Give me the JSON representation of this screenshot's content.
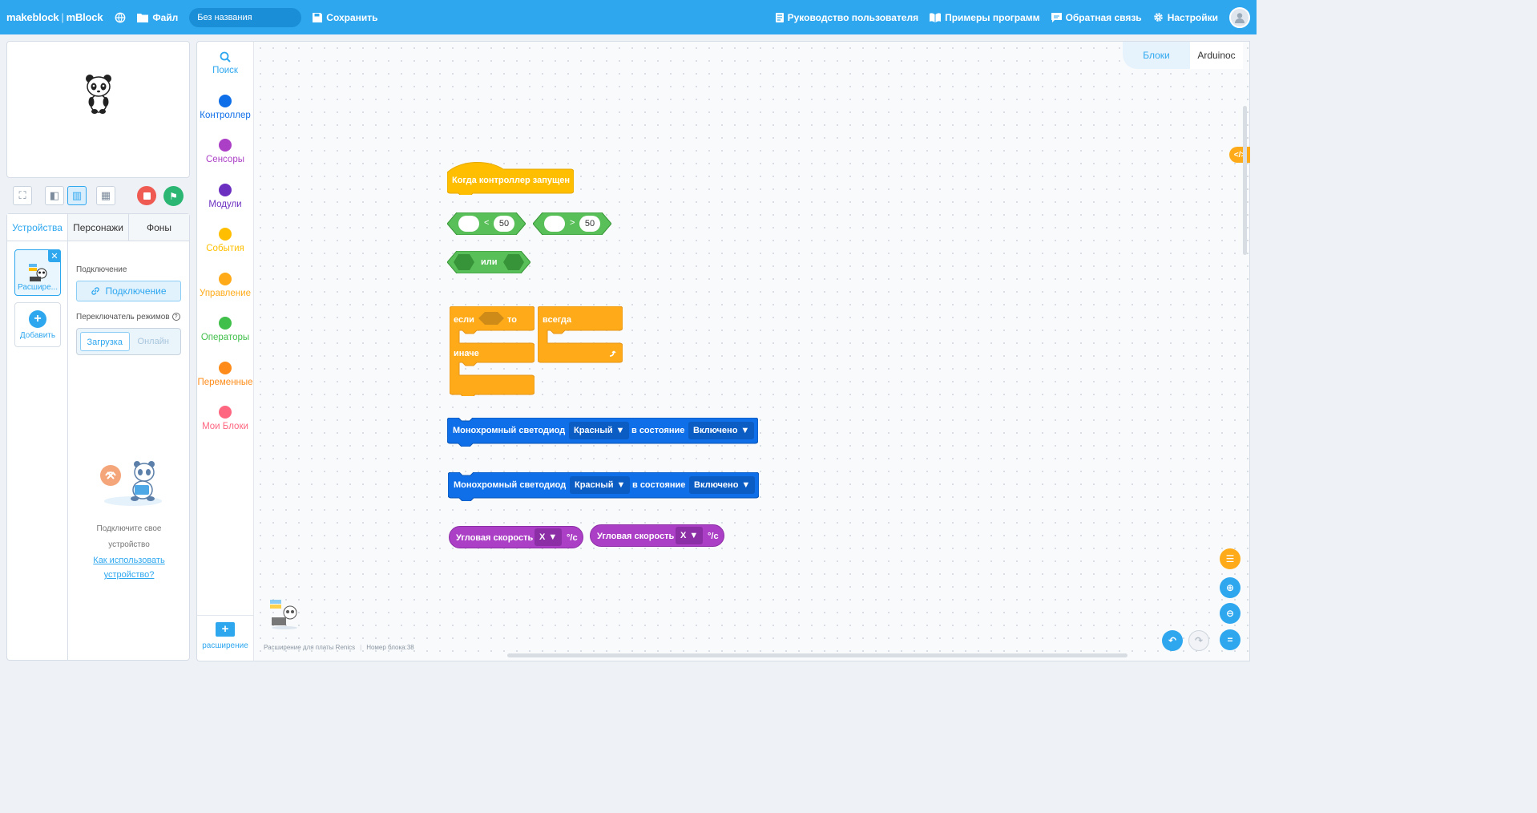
{
  "app": {
    "brand_left": "makeblock",
    "brand_right": "mBlock"
  },
  "topbar": {
    "file_label": "Файл",
    "project_name": "Без названия",
    "save_label": "Сохранить",
    "guide_label": "Руководство пользователя",
    "examples_label": "Примеры программ",
    "feedback_label": "Обратная связь",
    "settings_label": "Настройки"
  },
  "device_panel": {
    "tabs": [
      "Устройства",
      "Персонажи",
      "Фоны"
    ],
    "device_name": "Расшире...",
    "add_label": "Добавить",
    "connection_label": "Подключение",
    "connect_button": "Подключение",
    "mode_switch_label": "Переключатель режимов",
    "mode_options": [
      "Загрузка",
      "Онлайн"
    ],
    "hint_line1": "Подключите свое",
    "hint_line2": "устройство",
    "help_link1": "Как использовать",
    "help_link2": "устройство?"
  },
  "palette": {
    "search_label": "Поиск",
    "categories": [
      {
        "label": "Контроллер",
        "color": "#0f6fe8"
      },
      {
        "label": "Сенсоры",
        "color": "#ab3fc6"
      },
      {
        "label": "Модули",
        "color": "#6c30c1"
      },
      {
        "label": "События",
        "color": "#ffbf00"
      },
      {
        "label": "Управление",
        "color": "#ffab19"
      },
      {
        "label": "Операторы",
        "color": "#40bf4a"
      },
      {
        "label": "Переменные",
        "color": "#ff8c1a"
      },
      {
        "label": "Мои Блоки",
        "color": "#ff6680"
      }
    ],
    "extension_label": "расширение"
  },
  "workspace": {
    "code_tabs": [
      "Блоки",
      "Arduinoc"
    ],
    "blocks": {
      "hat": "Когда контроллер запущен",
      "lt_op": "<",
      "lt_value": "50",
      "gt_op": ">",
      "gt_value": "50",
      "or_label": "или",
      "if_label": "если",
      "then_label": "то",
      "else_label": "иначе",
      "forever_label": "всегда",
      "led_label": "Монохромный светодиод",
      "led_color": "Красный",
      "led_state_label": "в состояние",
      "led_state": "Включено",
      "gyro_label": "Угловая скорость",
      "gyro_axis": "X",
      "gyro_unit": "°/с"
    },
    "footer_ext": "Расширение для платы Renics",
    "footer_block": "Номер блока:38"
  },
  "colors": {
    "topbar": "#2ea7ef",
    "events": "#ffbf00",
    "control": "#ffab19",
    "operators": "#59c059",
    "controller": "#0f6fe8",
    "sensors": "#ab3fc6"
  }
}
